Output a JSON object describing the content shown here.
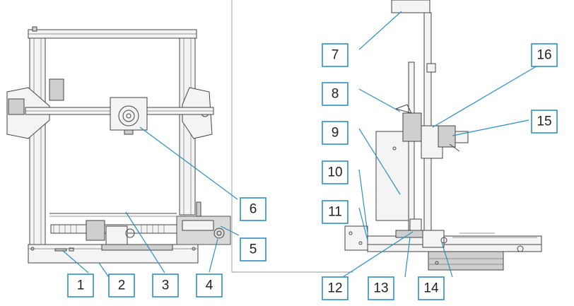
{
  "callouts": [
    {
      "id": "1",
      "label": "1"
    },
    {
      "id": "2",
      "label": "2"
    },
    {
      "id": "3",
      "label": "3"
    },
    {
      "id": "4",
      "label": "4"
    },
    {
      "id": "5",
      "label": "5"
    },
    {
      "id": "6",
      "label": "6"
    },
    {
      "id": "7",
      "label": "7"
    },
    {
      "id": "8",
      "label": "8"
    },
    {
      "id": "9",
      "label": "9"
    },
    {
      "id": "10",
      "label": "10"
    },
    {
      "id": "11",
      "label": "11"
    },
    {
      "id": "12",
      "label": "12"
    },
    {
      "id": "13",
      "label": "13"
    },
    {
      "id": "14",
      "label": "14"
    },
    {
      "id": "15",
      "label": "15"
    },
    {
      "id": "16",
      "label": "16"
    }
  ],
  "colors": {
    "callout_border": "#2e8fc4",
    "line_art": "#444444"
  }
}
